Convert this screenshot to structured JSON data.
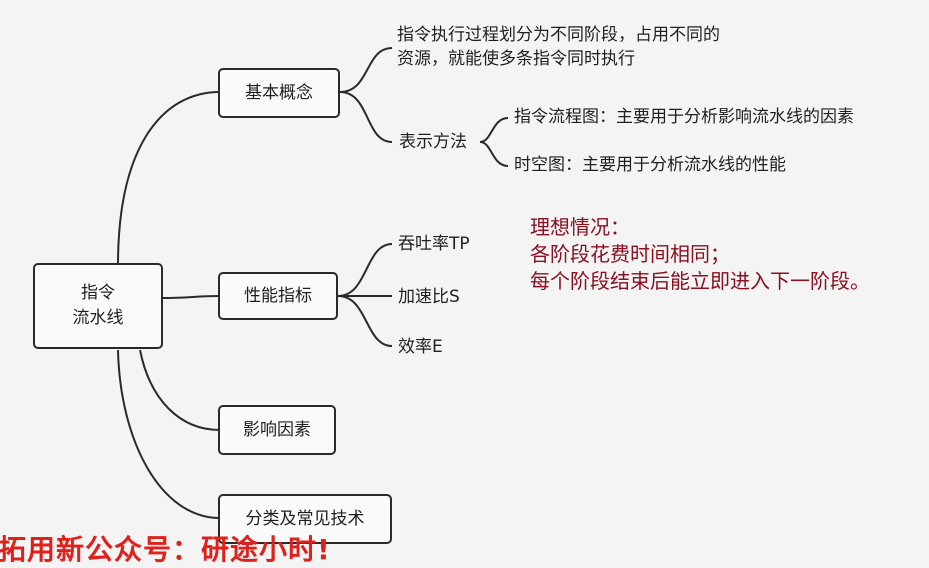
{
  "root": {
    "line1": "指令",
    "line2": "流水线"
  },
  "branches": {
    "basic": "基本概念",
    "perf": "性能指标",
    "factors": "影响因素",
    "classify": "分类及常见技术"
  },
  "basic": {
    "desc_line1": "指令执行过程划分为不同阶段，占用不同的",
    "desc_line2": "资源，就能使多条指令同时执行",
    "repr": "表示方法",
    "repr_flow": "指令流程图：主要用于分析影响流水线的因素",
    "repr_spacetime": "时空图：主要用于分析流水线的性能"
  },
  "perf": {
    "throughput": "吞吐率TP",
    "speedup": "加速比S",
    "efficiency": "效率E"
  },
  "annotation": {
    "line1": "理想情况：",
    "line2": "各阶段花费时间相同；",
    "line3": "每个阶段结束后能立即进入下一阶段。"
  },
  "banner": {
    "text": "拓用新公众号：研途小时!"
  },
  "colors": {
    "line": "#2a2a2a",
    "annotation": "#8a1020",
    "banner": "#e0201a"
  }
}
